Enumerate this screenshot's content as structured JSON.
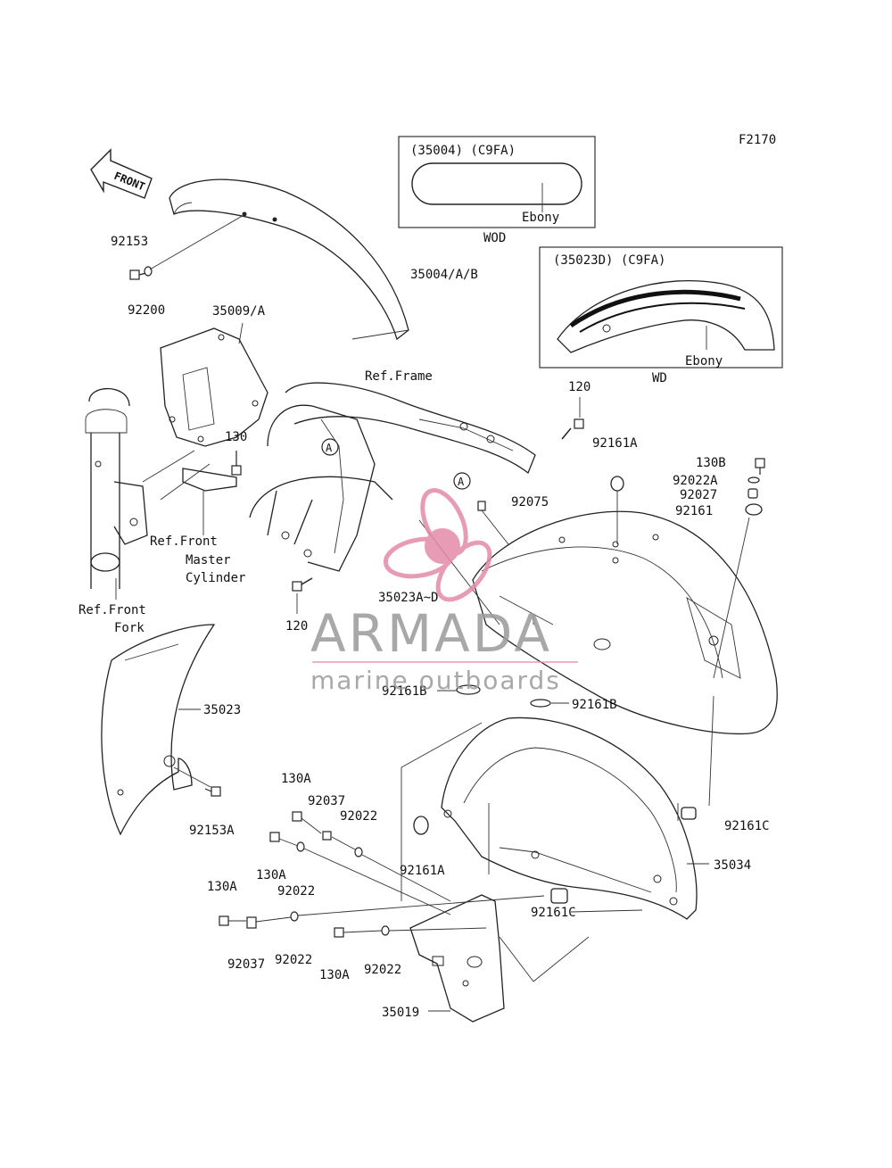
{
  "figure_code": "F2170",
  "front_arrow": "FRONT",
  "insets": {
    "wod": {
      "header": "(35004)  (C9FA)",
      "color_label": "Ebony",
      "caption": "WOD"
    },
    "wd": {
      "header": "(35023D) (C9FA)",
      "color_label": "Ebony",
      "caption": "WD"
    }
  },
  "circle_markers": [
    "A",
    "A"
  ],
  "labels": {
    "p92153": "92153",
    "p92200": "92200",
    "p35004": "35004/A/B",
    "p35009": "35009/A",
    "ref_frame": "Ref.Frame",
    "p120_top": "120",
    "p130": "130",
    "ref_master_1": "Ref.Front",
    "ref_master_2": "Master",
    "ref_master_3": "Cylinder",
    "p92161A_top": "92161A",
    "p130B": "130B",
    "p92022A": "92022A",
    "p92027": "92027",
    "p92161": "92161",
    "p92075": "92075",
    "ref_fork_1": "Ref.Front",
    "ref_fork_2": "Fork",
    "p35023AD": "35023A~D",
    "p120_bottom": "120",
    "p35023": "35023",
    "p92161B_left": "92161B",
    "p92161B_right": "92161B",
    "p92153A": "92153A",
    "p130A_1": "130A",
    "p92037_1": "92037",
    "p92022_1": "92022",
    "p130A_2": "130A",
    "p92022_2": "92022",
    "p92161A_bottom": "92161A",
    "p92161C_right": "92161C",
    "p35034": "35034",
    "p130A_3": "130A",
    "p92161C_bottom": "92161C",
    "p92037_2": "92037",
    "p92022_3": "92022",
    "p130A_4": "130A",
    "p92022_4": "92022",
    "p35019": "35019"
  },
  "watermark": {
    "title": "ARMADA",
    "subtitle": "marine outboards",
    "logo_color": "#e58aa8",
    "text_color": "#9a9a9a"
  }
}
